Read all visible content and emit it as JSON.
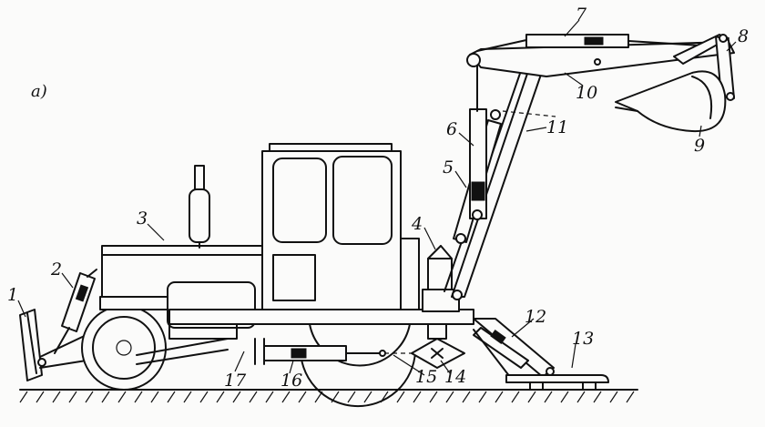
{
  "figure": {
    "panel_label": "a)"
  },
  "callouts": [
    "1",
    "2",
    "3",
    "4",
    "5",
    "6",
    "7",
    "8",
    "9",
    "10",
    "11",
    "12",
    "13",
    "14",
    "15",
    "16",
    "17"
  ]
}
